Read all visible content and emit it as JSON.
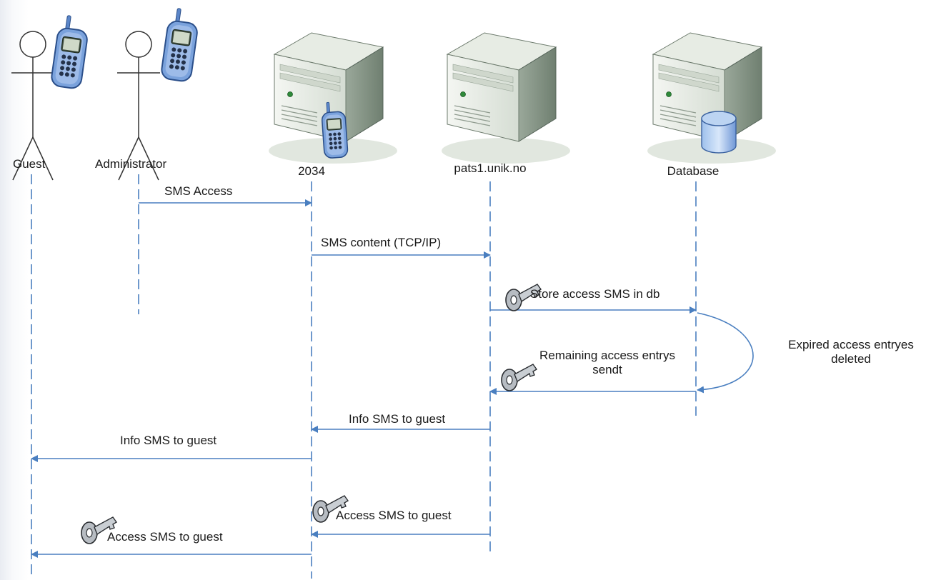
{
  "actors": {
    "guest": "Guest",
    "administrator": "Administrator"
  },
  "nodes": {
    "gateway": "2034",
    "server": "pats1.unik.no",
    "database": "Database"
  },
  "messages": {
    "sms_access": "SMS Access",
    "sms_content": "SMS content (TCP/IP)",
    "store_access": "Store access SMS in db",
    "remaining_line1": "Remaining access entrys",
    "remaining_line2": "sendt",
    "info_server_to_gateway": "Info SMS to guest",
    "info_gateway_to_guest": "Info SMS to guest",
    "access_server_to_gateway": "Access SMS to guest",
    "access_gateway_to_guest": "Access SMS to guest"
  },
  "notes": {
    "expired_line1": "Expired access entryes",
    "expired_line2": "deleted"
  },
  "colors": {
    "lifeline": "#4a7fc0",
    "arrow": "#4a7fc0",
    "phone": "#6f97d6",
    "server": "#c8d2c8"
  }
}
